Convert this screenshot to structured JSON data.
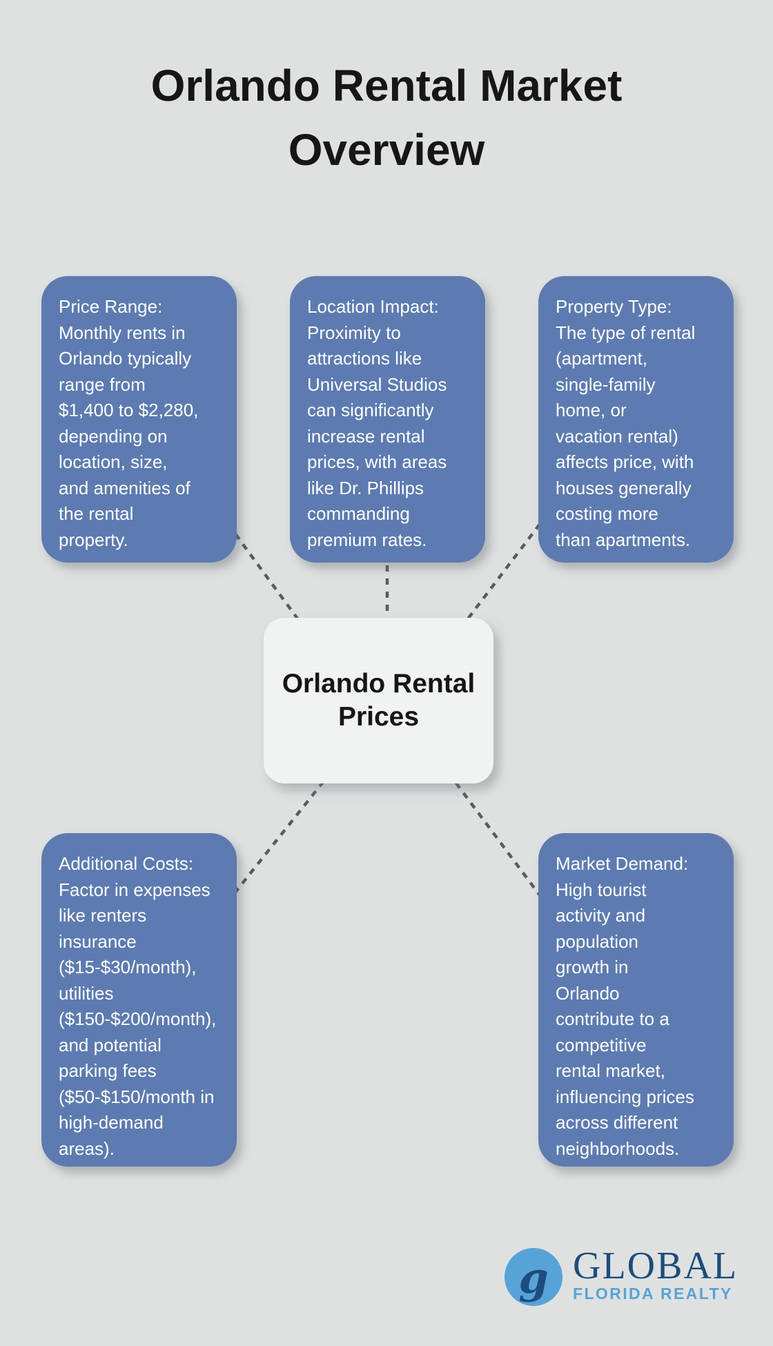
{
  "title": {
    "text": "Orlando Rental Market\nOverview"
  },
  "center_node": {
    "label": "Orlando Rental\nPrices"
  },
  "cards": [
    {
      "id": "price-range",
      "text": "Price Range:\nMonthly rents in\nOrlando typically\nrange from\n$1,400 to $2,280,\ndepending on\nlocation, size,\nand amenities of\nthe rental\nproperty."
    },
    {
      "id": "location-impact",
      "text": "Location Impact:\nProximity to\nattractions like\nUniversal Studios\ncan significantly\nincrease rental\nprices, with areas\nlike Dr. Phillips\ncommanding\npremium rates."
    },
    {
      "id": "property-type",
      "text": "Property Type:\nThe type of rental\n(apartment,\nsingle-family\nhome, or\nvacation rental)\naffects price, with\nhouses generally\ncosting more\nthan apartments."
    },
    {
      "id": "additional-costs",
      "text": "Additional Costs:\nFactor in expenses\nlike renters\ninsurance\n($15-$30/month),\nutilities\n($150-$200/month),\nand potential\nparking fees\n($50-$150/month in\nhigh-demand\nareas)."
    },
    {
      "id": "market-demand",
      "text": "Market Demand:\nHigh tourist\nactivity and\npopulation\ngrowth in\nOrlando\ncontribute to a\ncompetitive\nrental market,\ninfluencing prices\nacross different\nneighborhoods."
    }
  ],
  "logo": {
    "monogram": "g",
    "name_prefix": "GLOB",
    "name_a": "A",
    "name_suffix": "L",
    "tagline": "FLORIDA REALTY"
  },
  "colors": {
    "background": "#dfe1e1",
    "card_blue": "#5d7bb0",
    "card_text": "#ffffff",
    "node_bg": "#f1f2f2",
    "title_text": "#161616",
    "connector_gray": "#5a5b5e",
    "logo_navy": "#1c4d7d",
    "logo_blue": "#57a3d8"
  }
}
